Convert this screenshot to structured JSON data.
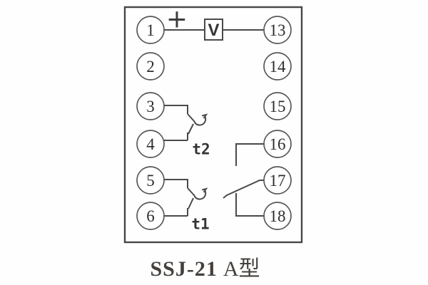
{
  "diagram": {
    "caption": {
      "model": "SSJ-21",
      "variant": "A型"
    },
    "voltage_box_label": "V",
    "polarity_label": "+",
    "contact_labels": {
      "t2": "t2",
      "t1": "t1"
    },
    "terminals": {
      "left": [
        "1",
        "2",
        "3",
        "4",
        "5",
        "6"
      ],
      "right": [
        "13",
        "14",
        "15",
        "16",
        "17",
        "18"
      ]
    }
  }
}
